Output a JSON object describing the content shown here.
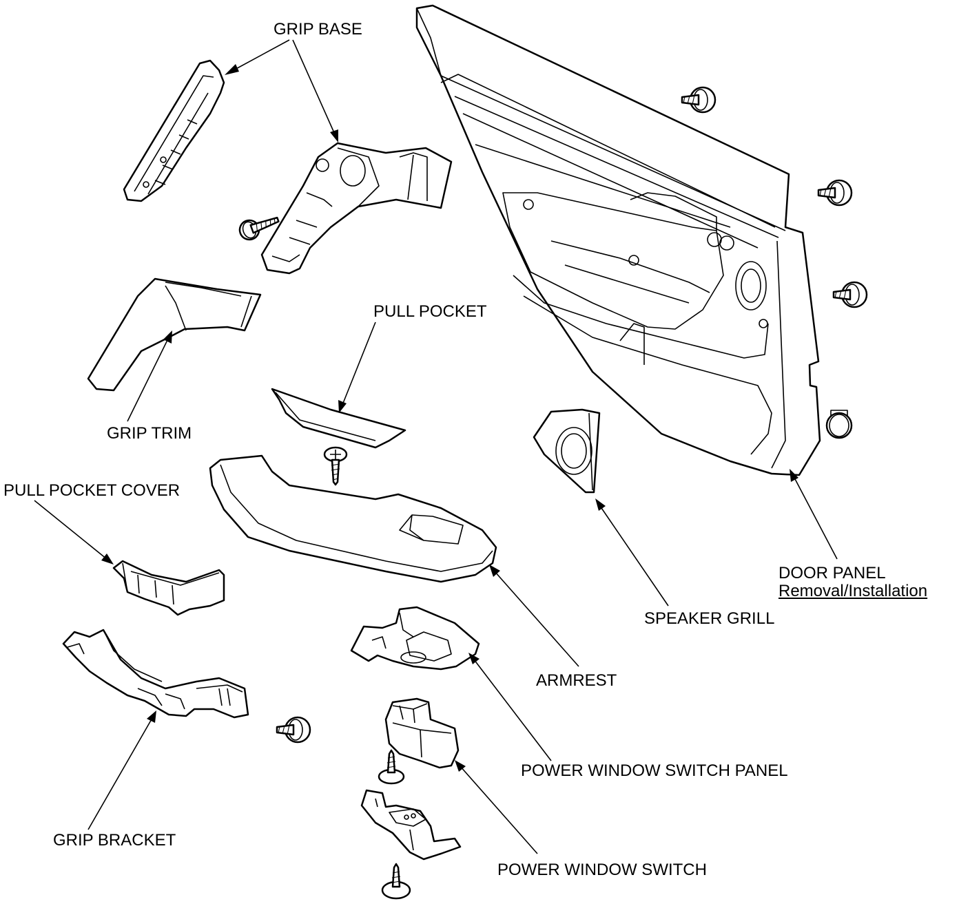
{
  "labels": {
    "grip_base": "GRIP BASE",
    "grip_trim": "GRIP TRIM",
    "pull_pocket": "PULL POCKET",
    "pull_pocket_cover": "PULL POCKET COVER",
    "grip_bracket": "GRIP BRACKET",
    "armrest": "ARMREST",
    "power_window_switch_panel": "POWER WINDOW SWITCH PANEL",
    "power_window_switch": "POWER WINDOW SWITCH",
    "speaker_grill": "SPEAKER GRILL",
    "door_panel": "DOOR PANEL",
    "door_panel_link": "Removal/Installation"
  }
}
